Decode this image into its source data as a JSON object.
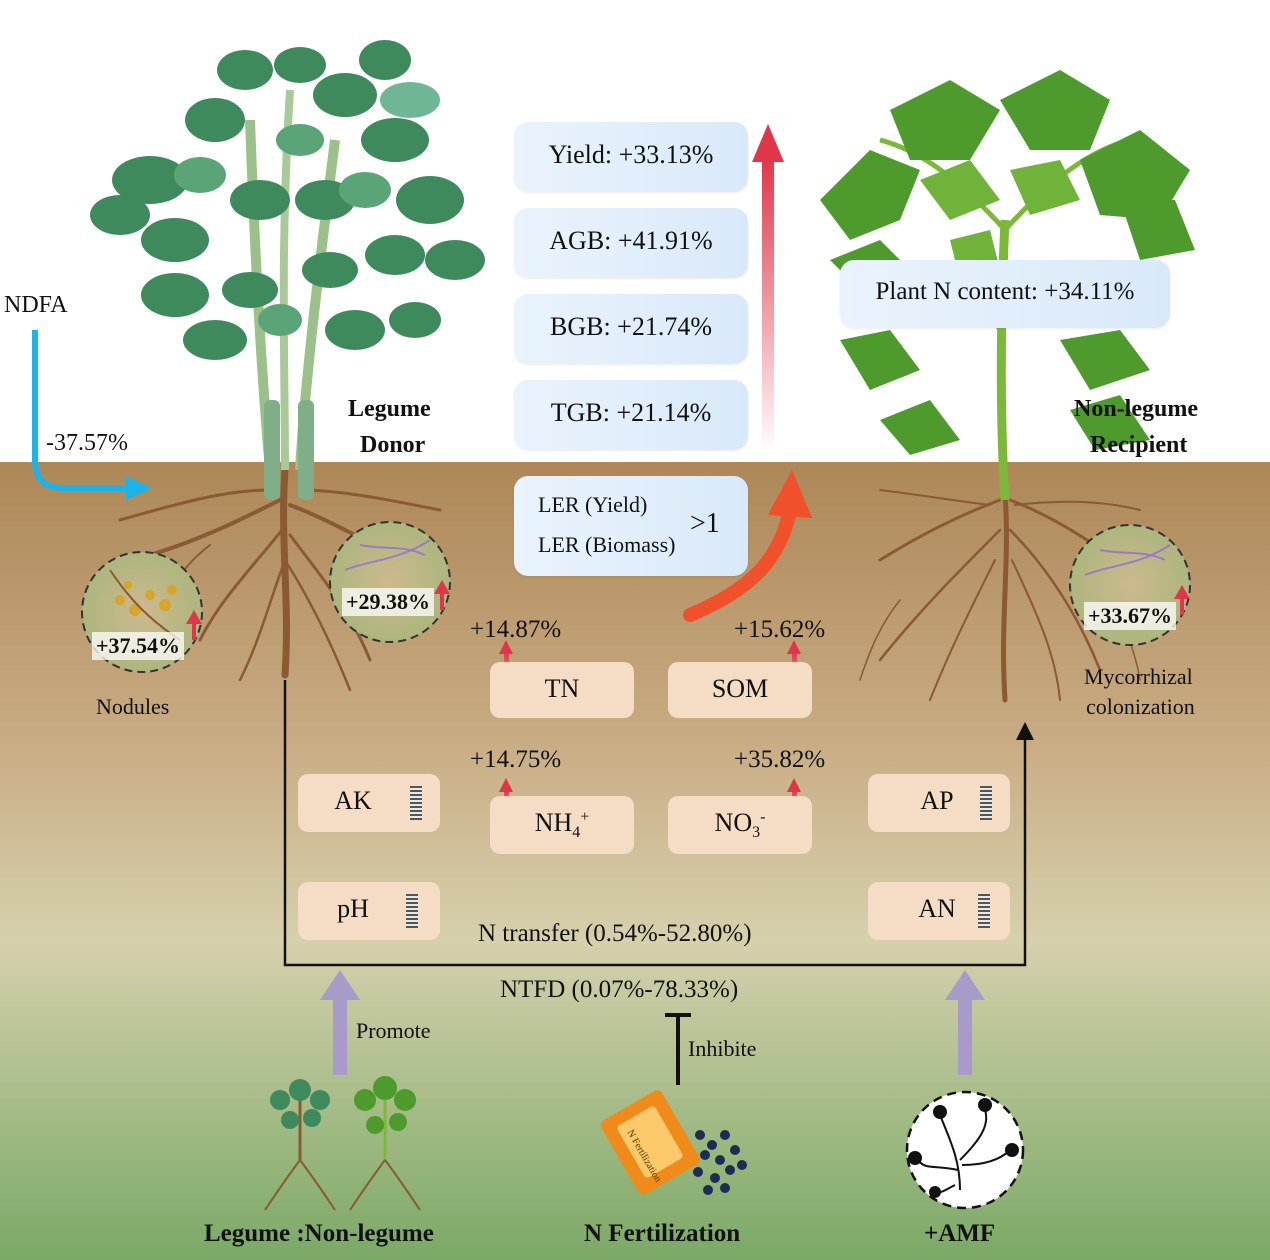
{
  "labels": {
    "ndfa": "NDFA",
    "ndfa_change": "-37.57%",
    "donor_line1": "Legume",
    "donor_line2": "Donor",
    "recipient_line1": "Non-legume",
    "recipient_line2": "Recipient",
    "nodules_caption": "Nodules",
    "nodules_change": "+37.54%",
    "donor_amf_change": "+29.38%",
    "recipient_amf_change": "+33.67%",
    "myc_line1": "Mycorrhizal",
    "myc_line2": "colonization",
    "plant_n": "Plant N content: +34.11%",
    "n_transfer": "N transfer (0.54%-52.80%)",
    "ntfd": "NTFD (0.07%-78.33%)",
    "promote": "Promote",
    "inhibite": "Inhibite",
    "bottom_ratio": "Legume :Non-legume",
    "bottom_fert": "N Fertilization",
    "bottom_amf": "+AMF",
    "bag_text": "N Fertilization"
  },
  "yield_boxes": [
    {
      "label": "Yield: +33.13%"
    },
    {
      "label": "AGB: +41.91%"
    },
    {
      "label": "BGB: +21.74%"
    },
    {
      "label": "TGB: +21.14%"
    }
  ],
  "ler": {
    "line1": "LER (Yield)",
    "line2": "LER (Biomass)",
    "value": ">1"
  },
  "soil": {
    "tn": {
      "label": "TN",
      "change": "+14.87%"
    },
    "som": {
      "label": "SOM",
      "change": "+15.62%"
    },
    "nh4": {
      "base": "NH",
      "sub": "4",
      "sup": "+",
      "change": "+14.75%"
    },
    "no3": {
      "base": "NO",
      "sub": "3",
      "sup": "-",
      "change": "+35.82%"
    },
    "ak": "AK",
    "ph": "pH",
    "ap": "AP",
    "an": "AN"
  },
  "colors": {
    "sky": "#ffffff",
    "soil_top": "#b08a5a",
    "soil_mid": "#cfc8a6",
    "soil_bottom": "#7fae6a",
    "up_arrow": "#e0364a",
    "ndfa_arrow": "#1ab3ea",
    "curve_arrow": "#f0502a",
    "factor_arrow": "#a99bc9",
    "legume_leaf": "#3f8a5c",
    "nonlegume_leaf": "#4f9a2c",
    "root": "#8a5a32"
  }
}
